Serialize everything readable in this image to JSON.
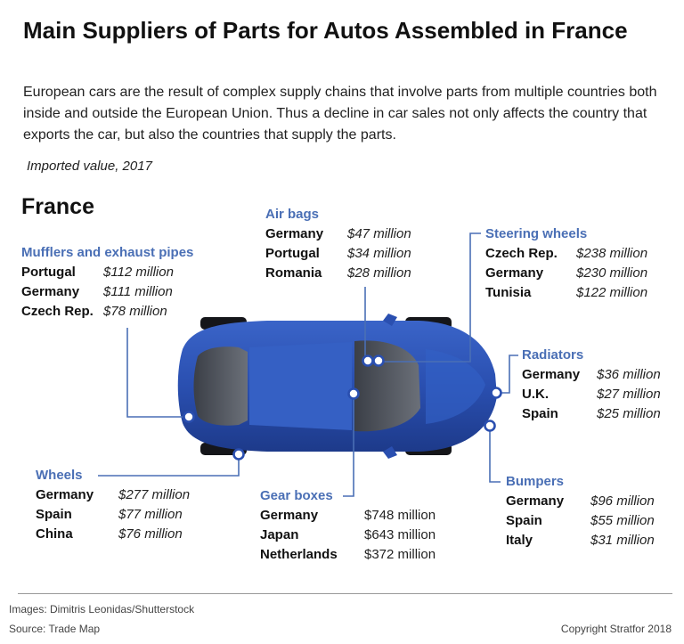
{
  "title": "Main Suppliers of Parts for Autos Assembled in France",
  "subtitle": "European cars are the result of complex supply chains that involve parts from multiple countries both inside and outside the European Union. Thus a decline in car sales not only affects the country that exports the car, but also the countries that supply the parts.",
  "unit_note": "Imported value, 2017",
  "country": "France",
  "accent_color": "#4a6fb5",
  "car_color": "#2a4fb0",
  "parts": {
    "mufflers": {
      "label": "Mufflers and exhaust pipes",
      "rows": [
        {
          "country": "Portugal",
          "value": "$112 million"
        },
        {
          "country": "Germany",
          "value": "$111 million"
        },
        {
          "country": "Czech Rep.",
          "value": "$78 million"
        }
      ]
    },
    "airbags": {
      "label": "Air bags",
      "rows": [
        {
          "country": "Germany",
          "value": "$47 million"
        },
        {
          "country": "Portugal",
          "value": "$34 million"
        },
        {
          "country": "Romania",
          "value": "$28 million"
        }
      ]
    },
    "steering": {
      "label": "Steering wheels",
      "rows": [
        {
          "country": "Czech Rep.",
          "value": "$238 million"
        },
        {
          "country": "Germany",
          "value": "$230 million"
        },
        {
          "country": "Tunisia",
          "value": "$122 million"
        }
      ]
    },
    "radiators": {
      "label": "Radiators",
      "rows": [
        {
          "country": "Germany",
          "value": "$36 million"
        },
        {
          "country": "U.K.",
          "value": "$27 million"
        },
        {
          "country": "Spain",
          "value": "$25 million"
        }
      ]
    },
    "bumpers": {
      "label": "Bumpers",
      "rows": [
        {
          "country": "Germany",
          "value": "$96 million"
        },
        {
          "country": "Spain",
          "value": "$55 million"
        },
        {
          "country": "Italy",
          "value": "$31 million"
        }
      ]
    },
    "wheels": {
      "label": "Wheels",
      "rows": [
        {
          "country": "Germany",
          "value": "$277 million"
        },
        {
          "country": "Spain",
          "value": "$77 million"
        },
        {
          "country": "China",
          "value": "$76 million"
        }
      ]
    },
    "gearboxes": {
      "label": "Gear boxes",
      "rows": [
        {
          "country": "Germany",
          "value": "$748 million"
        },
        {
          "country": "Japan",
          "value": "$643 million"
        },
        {
          "country": "Netherlands",
          "value": "$372 million"
        }
      ]
    }
  },
  "footer": {
    "images_credit": "Images: Dimitris Leonidas/Shutterstock",
    "source": "Source: Trade Map",
    "copyright": "Copyright Stratfor 2018"
  }
}
